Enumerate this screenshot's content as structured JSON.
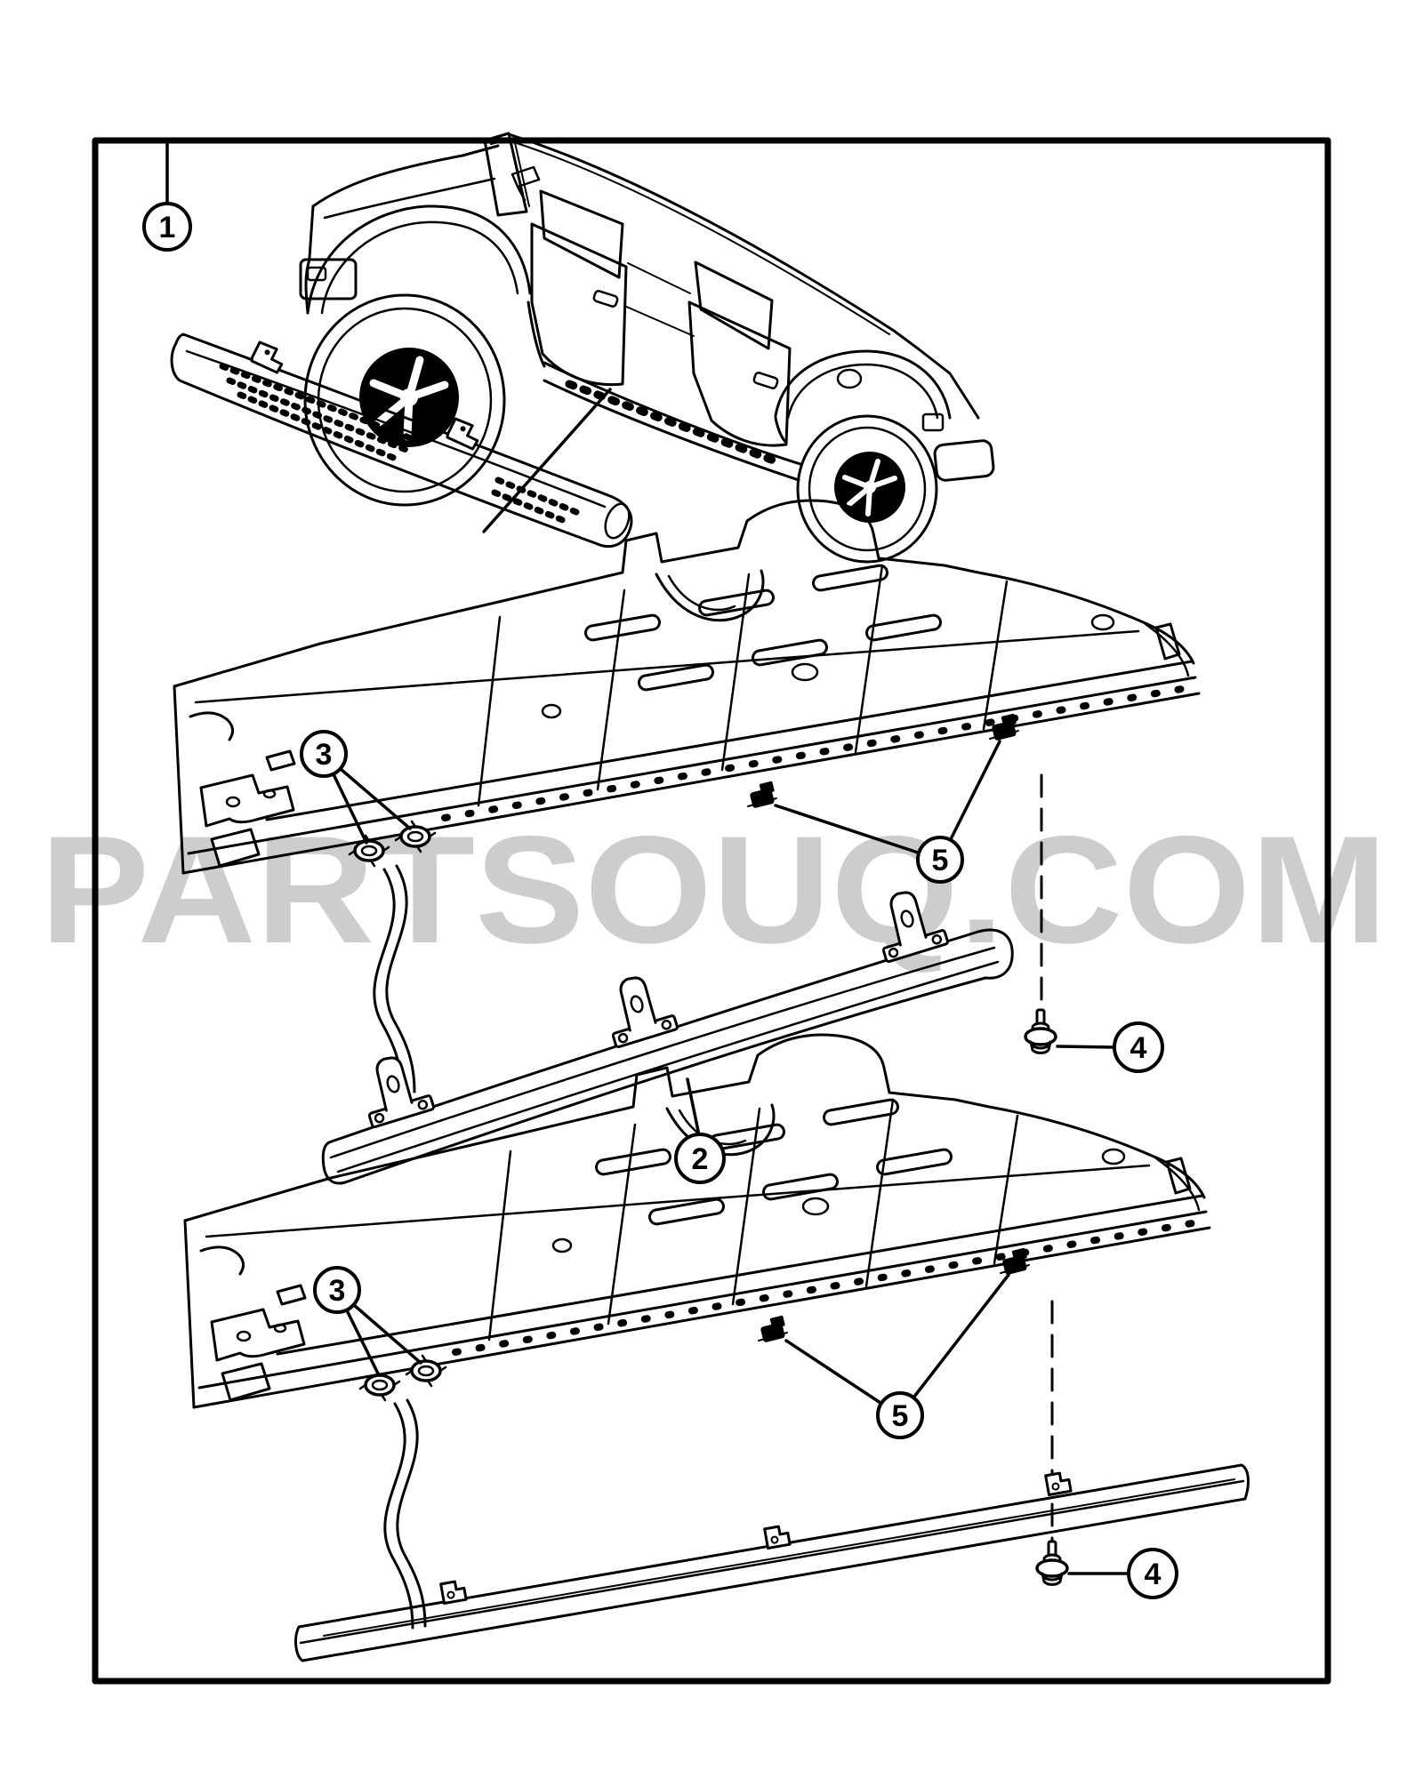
{
  "page": {
    "background": "#ffffff",
    "ink": "#000000"
  },
  "watermark": {
    "text": "PARTSOUQ.COM",
    "color": "#cdcdcd"
  },
  "callouts": {
    "c1": {
      "label": "1"
    },
    "c2": {
      "label": "2"
    },
    "c3_mid": {
      "label": "3"
    },
    "c4_mid": {
      "label": "4"
    },
    "c5_mid": {
      "label": "5"
    },
    "c3_bot": {
      "label": "3"
    },
    "c4_bot": {
      "label": "4"
    },
    "c5_bot": {
      "label": "5"
    }
  }
}
